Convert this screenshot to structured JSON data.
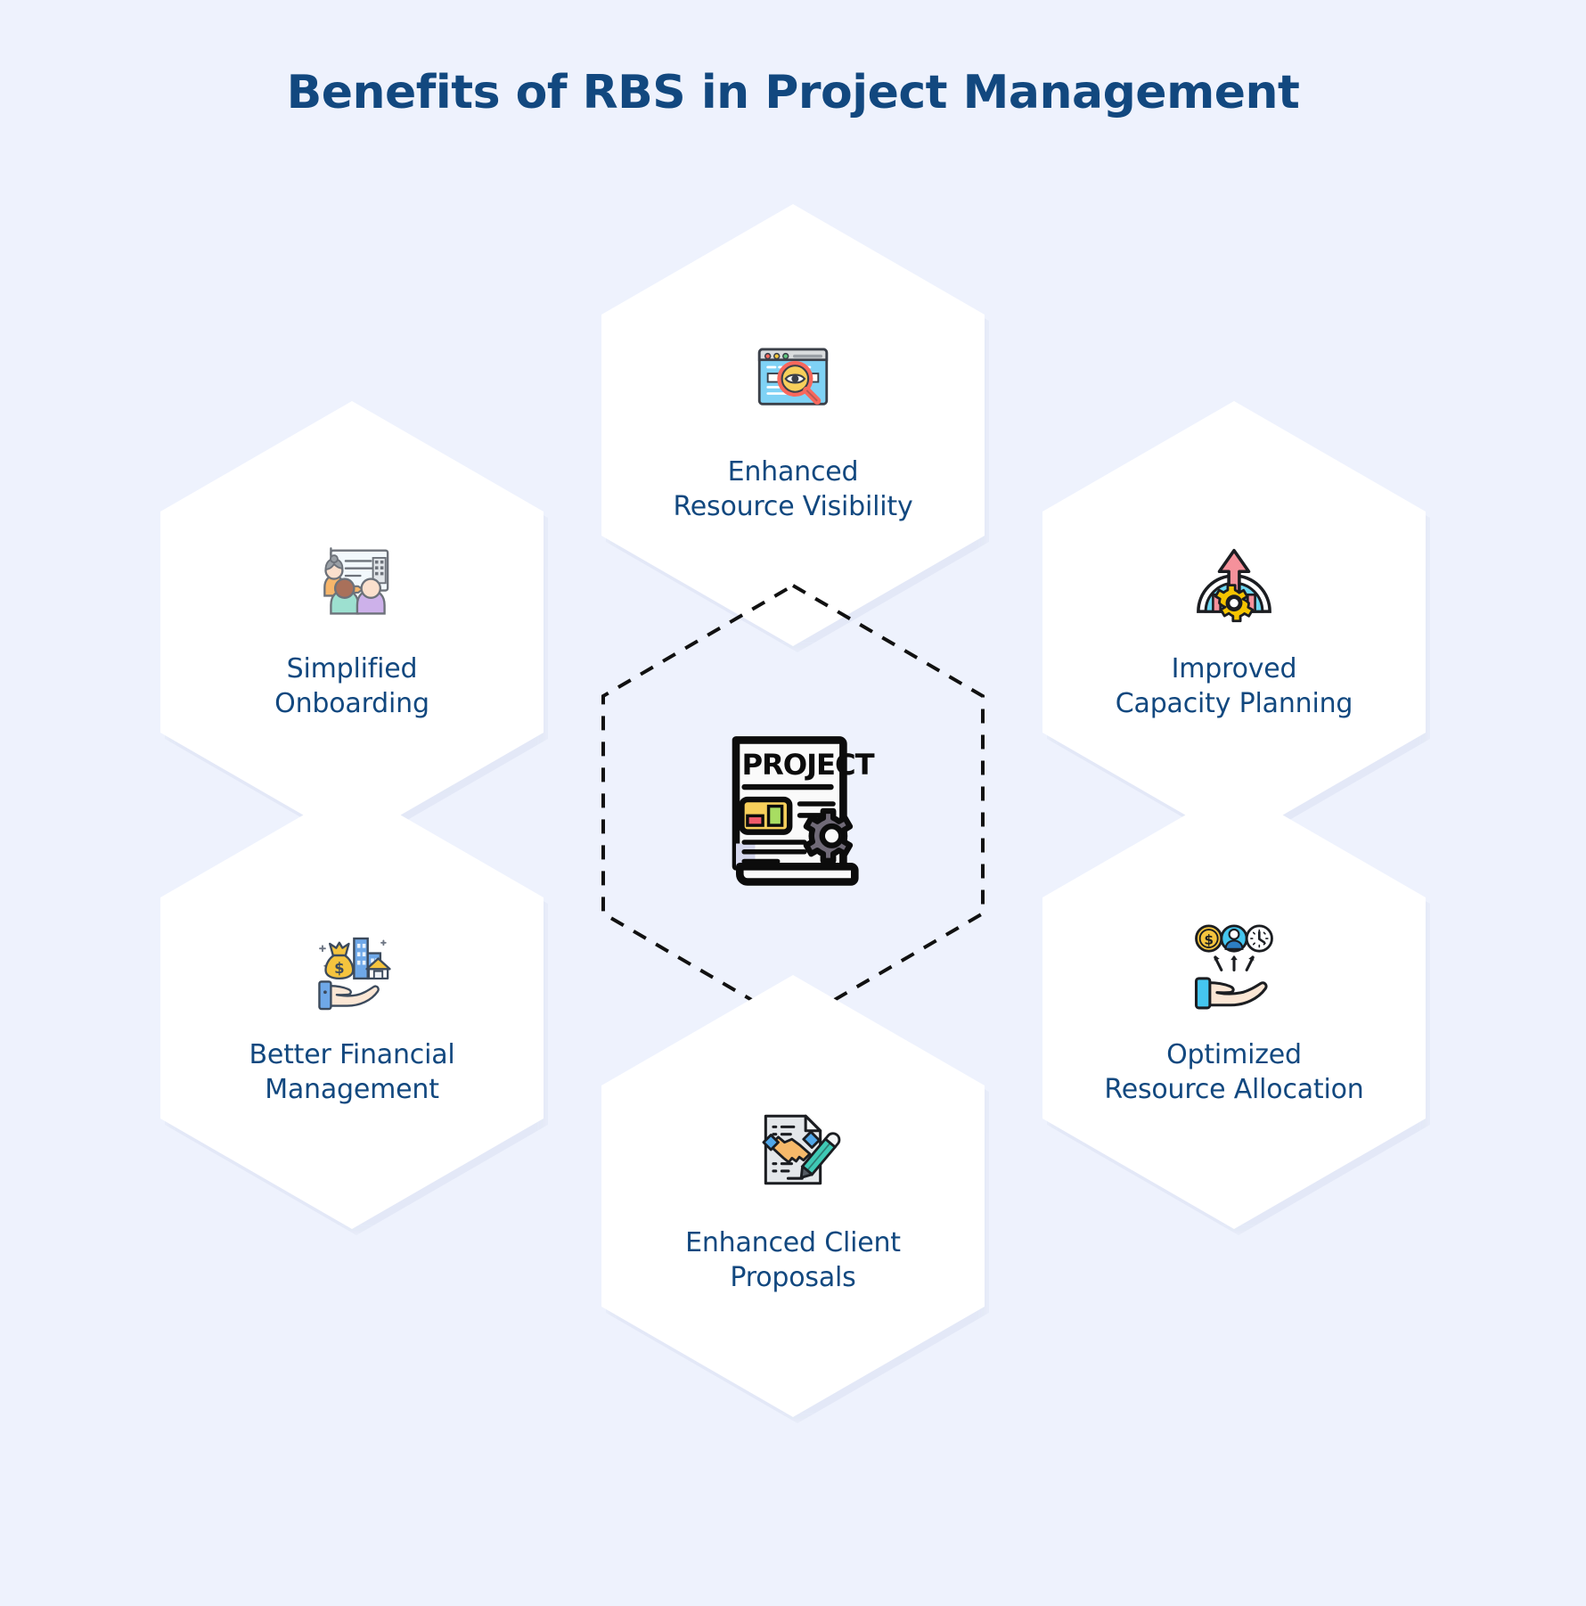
{
  "page": {
    "title": "Benefits of RBS in Project Management",
    "background_color": "#eef2fd",
    "accent_color": "#12487f",
    "hexagon_fill": "#ffffff"
  },
  "center": {
    "icon": "project-document-gear-icon",
    "border_style": "dashed",
    "border_color": "#111111",
    "document_text": "PROJECT"
  },
  "benefits": [
    {
      "id": "enhanced-resource-visibility",
      "label": "Enhanced\nResource Visibility",
      "line1": "Enhanced",
      "line2": "Resource Visibility",
      "icon": "browser-magnifier-eye-icon",
      "position": "top"
    },
    {
      "id": "simplified-onboarding",
      "label": "Simplified\nOnboarding",
      "line1": "Simplified",
      "line2": "Onboarding",
      "icon": "training-presentation-people-icon",
      "position": "left-upper"
    },
    {
      "id": "improved-capacity-planning",
      "label": "Improved\nCapacity Planning",
      "line1": "Improved",
      "line2": "Capacity Planning",
      "icon": "gauge-arrow-gear-icon",
      "position": "right-upper"
    },
    {
      "id": "better-financial-management",
      "label": "Better Financial\nManagement",
      "line1": "Better Financial",
      "line2": "Management",
      "icon": "hand-money-bag-buildings-icon",
      "position": "left-lower"
    },
    {
      "id": "optimized-resource-allocation",
      "label": "Optimized\nResource Allocation",
      "line1": "Optimized",
      "line2": "Resource Allocation",
      "icon": "hand-resources-coin-person-clock-icon",
      "position": "right-lower"
    },
    {
      "id": "enhanced-client-proposals",
      "label": "Enhanced Client\nProposals",
      "line1": "Enhanced Client",
      "line2": "Proposals",
      "icon": "handshake-document-pencil-icon",
      "position": "bottom"
    }
  ]
}
